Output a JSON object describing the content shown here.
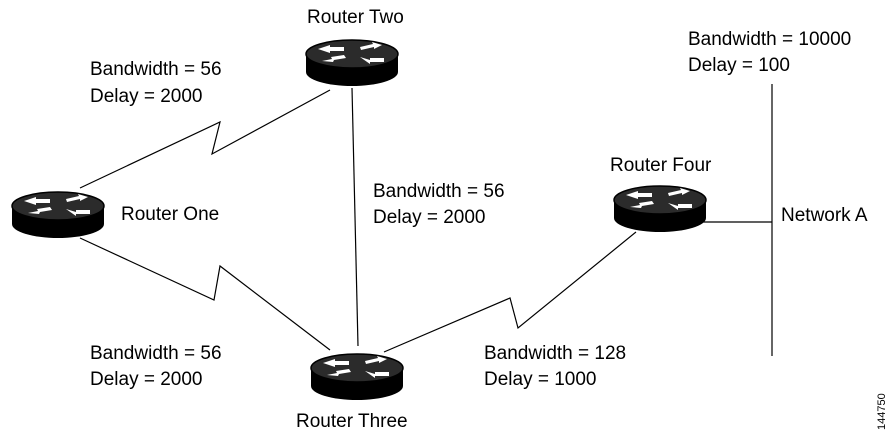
{
  "routers": {
    "one": {
      "name": "Router One"
    },
    "two": {
      "name": "Router Two"
    },
    "three": {
      "name": "Router Three"
    },
    "four": {
      "name": "Router Four"
    }
  },
  "links": {
    "one_two": {
      "bandwidth": "Bandwidth = 56",
      "delay": "Delay = 2000"
    },
    "two_three": {
      "bandwidth": "Bandwidth = 56",
      "delay": "Delay = 2000"
    },
    "one_three": {
      "bandwidth": "Bandwidth = 56",
      "delay": "Delay = 2000"
    },
    "three_four": {
      "bandwidth": "Bandwidth = 128",
      "delay": "Delay = 1000"
    },
    "network_a": {
      "bandwidth": "Bandwidth = 10000",
      "delay": "Delay = 100"
    }
  },
  "network": {
    "name": "Network A"
  },
  "figure_id": "144750",
  "colors": {
    "router_body": "#000000",
    "router_top": "#2b2b2b",
    "arrows": "#ffffff",
    "lines": "#000000"
  },
  "icons": {
    "router": "router-icon"
  }
}
